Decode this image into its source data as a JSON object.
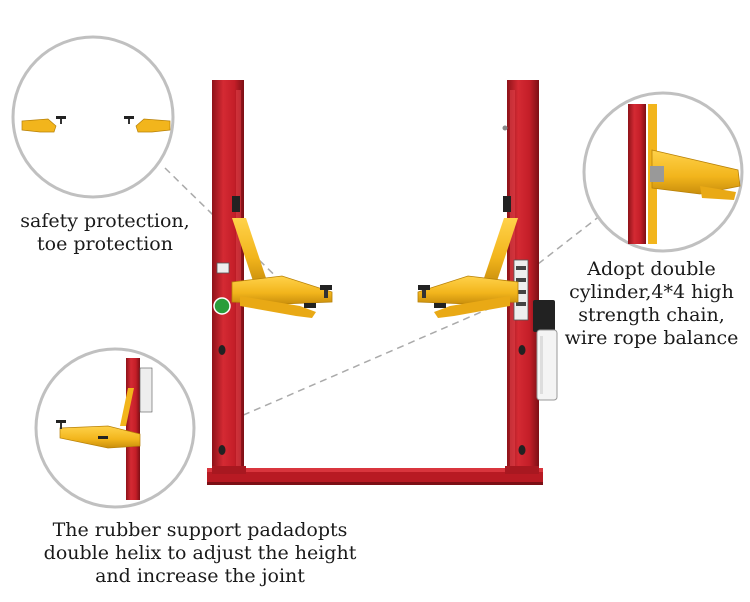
{
  "captions": {
    "safety": [
      "safety protection,",
      "toe protection"
    ],
    "cylinder": [
      "Adopt double",
      "cylinder,4*4 high",
      "strength chain,",
      "wire rope balance"
    ],
    "rubber": [
      "The rubber support padadopts",
      "double helix to adjust the height",
      "and increase the joint"
    ]
  },
  "colors": {
    "column_red": "#c8202a",
    "arm_yellow": "#f2b51c",
    "callout_ring": "#c0c0c0",
    "leader_line": "#aaaaaa",
    "text": "#1a1a1a"
  },
  "icons": {
    "safety_badge": "green-safety-badge-icon",
    "pad": "rubber-pad-icon"
  }
}
